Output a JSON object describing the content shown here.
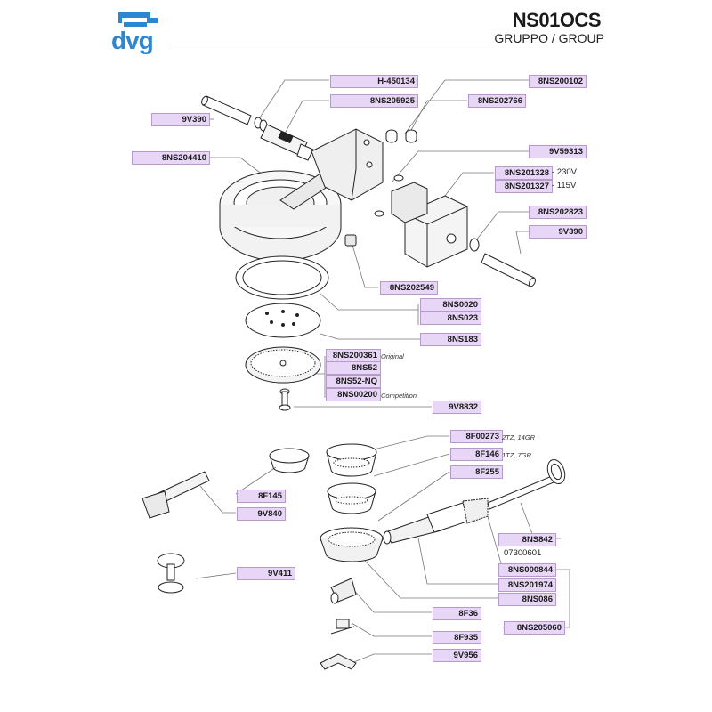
{
  "header": {
    "brand": "dvg",
    "model": "NS01OCS",
    "subtitle": "GRUPPO / GROUP",
    "brand_color": "#2d86d1"
  },
  "labels": {
    "h450134": "H-450134",
    "ns200102": "8NS200102",
    "v390_top": "9V390",
    "ns205925": "8NS205925",
    "ns202766": "8NS202766",
    "ns204410": "8NS204410",
    "v59313": "9V59313",
    "ns201328": "8NS201328",
    "ns201327": "8NS201327",
    "ns202823": "8NS202823",
    "v390_right": "9V390",
    "ns202549": "8NS202549",
    "ns0020": "8NS0020",
    "ns023": "8NS023",
    "ns183": "8NS183",
    "ns200361": "8NS200361",
    "ns52": "8NS52",
    "ns52nq": "8NS52-NQ",
    "ns00200": "8NS00200",
    "v8832": "9V8832",
    "f00273": "8F00273",
    "f146": "8F146",
    "f255": "8F255",
    "f145": "8F145",
    "v840": "9V840",
    "ns842": "8NS842",
    "code07300601": "07300601",
    "ns000844": "8NS000844",
    "v411": "9V411",
    "ns201974": "8NS201974",
    "ns086": "8NS086",
    "f36": "8F36",
    "ns205060": "8NS205060",
    "f935": "8F935",
    "v956": "9V956"
  },
  "notes": {
    "v230": "- 230V",
    "v115": "- 115V",
    "original": "Original",
    "competition": "Competition",
    "f00273_note": "2TZ, 14GR",
    "f146_note": "1TZ, 7GR"
  },
  "colors": {
    "tag_fill": "#e7d6f6",
    "tag_border": "#b69acb",
    "leader": "#777777"
  }
}
